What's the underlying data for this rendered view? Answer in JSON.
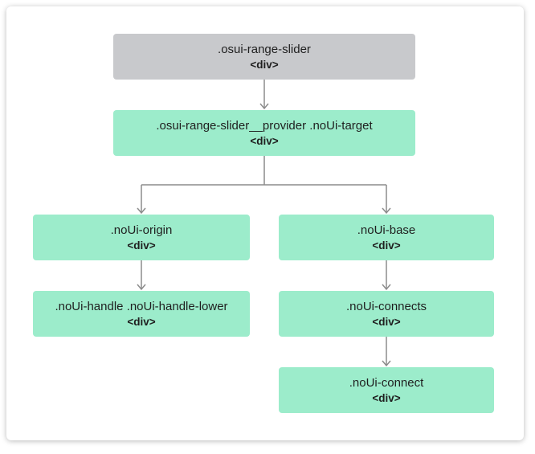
{
  "colors": {
    "root_fill": "#c8c9cc",
    "child_fill": "#9ceccb",
    "connector": "#8c8c8c"
  },
  "nodes": {
    "root": {
      "class_name": ".osui-range-slider",
      "tag": "<div>"
    },
    "provider": {
      "class_name": ".osui-range-slider__provider  .noUi-target",
      "tag": "<div>"
    },
    "origin": {
      "class_name": ".noUi-origin",
      "tag": "<div>"
    },
    "base": {
      "class_name": ".noUi-base",
      "tag": "<div>"
    },
    "handle": {
      "class_name": ".noUi-handle  .noUi-handle-lower",
      "tag": "<div>"
    },
    "connects": {
      "class_name": ".noUi-connects",
      "tag": "<div>"
    },
    "connect": {
      "class_name": ".noUi-connect",
      "tag": "<div>"
    }
  }
}
